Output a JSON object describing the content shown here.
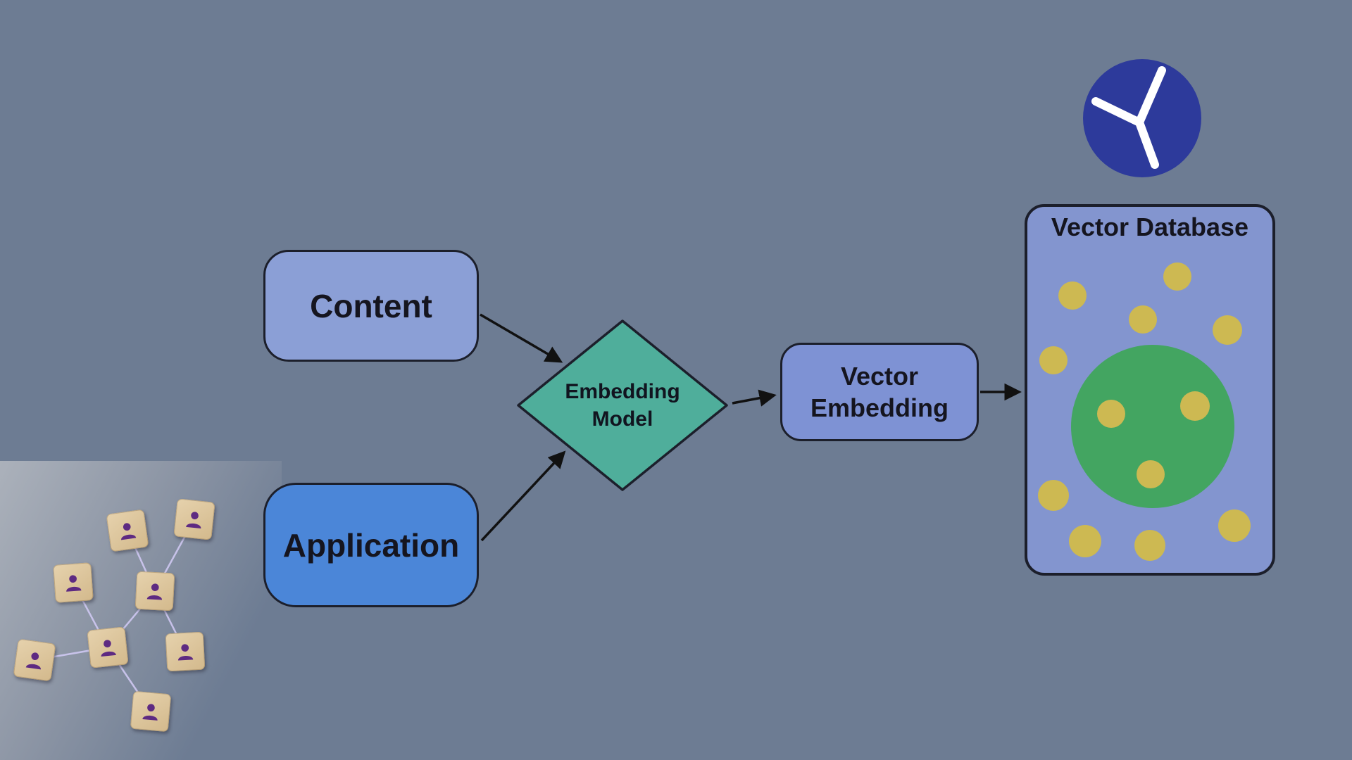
{
  "diagram": {
    "nodes": {
      "content": {
        "label": "Content",
        "fill": "#8b9fd6"
      },
      "application": {
        "label": "Application",
        "fill": "#4b86d8"
      },
      "embedding_model": {
        "label": "Embedding Model",
        "fill": "#4fae9b"
      },
      "vector_embedding": {
        "label": "Vector Embedding",
        "fill": "#7e92d4"
      },
      "vector_database": {
        "label": "Vector Database",
        "fill": "#8395cf"
      }
    },
    "edges": [
      {
        "from": "content",
        "to": "embedding_model"
      },
      {
        "from": "application",
        "to": "embedding_model"
      },
      {
        "from": "embedding_model",
        "to": "vector_embedding"
      },
      {
        "from": "vector_embedding",
        "to": "vector_database"
      }
    ],
    "icons": [
      {
        "name": "clock-icon",
        "color": "#2d3a9b"
      },
      {
        "name": "person-block-icon",
        "color": "#5e2a82"
      }
    ],
    "colors": {
      "background": "#6d7c93",
      "dot_yellow": "#cdb952",
      "green_circle": "#43a561",
      "arrow": "#111111",
      "text_dark": "#15151f",
      "wood_block": "#dcc49d",
      "network_link": "#cfc8f2"
    }
  }
}
